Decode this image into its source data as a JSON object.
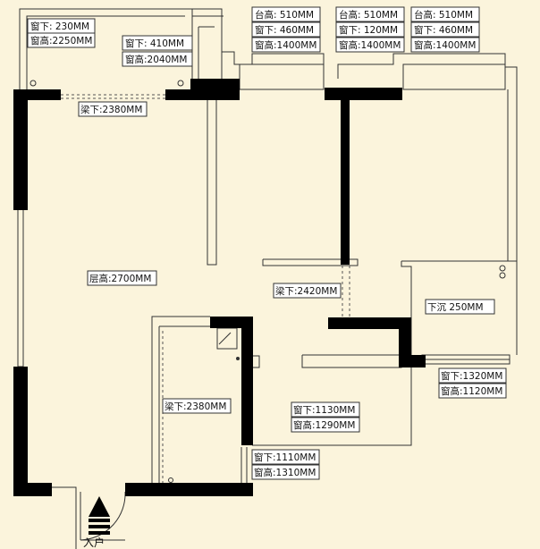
{
  "annotations": {
    "tl_window_sill": "窗下: 230MM",
    "tl_window_height": "窗高:2250MM",
    "tl2_window_sill": "窗下: 410MM",
    "tl2_window_height": "窗高:2040MM",
    "a_platform_height": "台高: 510MM",
    "a_window_sill": "窗下: 460MM",
    "a_window_height": "窗高:1400MM",
    "b_platform_height": "台高: 510MM",
    "b_window_sill": "窗下: 120MM",
    "b_window_height": "窗高:1400MM",
    "c_platform_height": "台高: 510MM",
    "c_window_sill": "窗下: 460MM",
    "c_window_height": "窗高:1400MM",
    "beam_top": "梁下:2380MM",
    "floor_height": "层高:2700MM",
    "beam_center": "梁下:2420MM",
    "bath_drop": "下沉 250MM",
    "br_window_sill": "窗下:1320MM",
    "br_window_height": "窗高:1120MM",
    "beam_kitchen": "梁下:2380MM",
    "mid_window_sill": "窗下:1130MM",
    "mid_window_height": "窗高:1290MM",
    "bot_window_sill": "窗下:1110MM",
    "bot_window_height": "窗高:1310MM",
    "entrance": "入户"
  },
  "colors": {
    "background": "#fbf4dc",
    "wall": "#000000",
    "line": "#333333",
    "label_box": "#ffffff"
  }
}
